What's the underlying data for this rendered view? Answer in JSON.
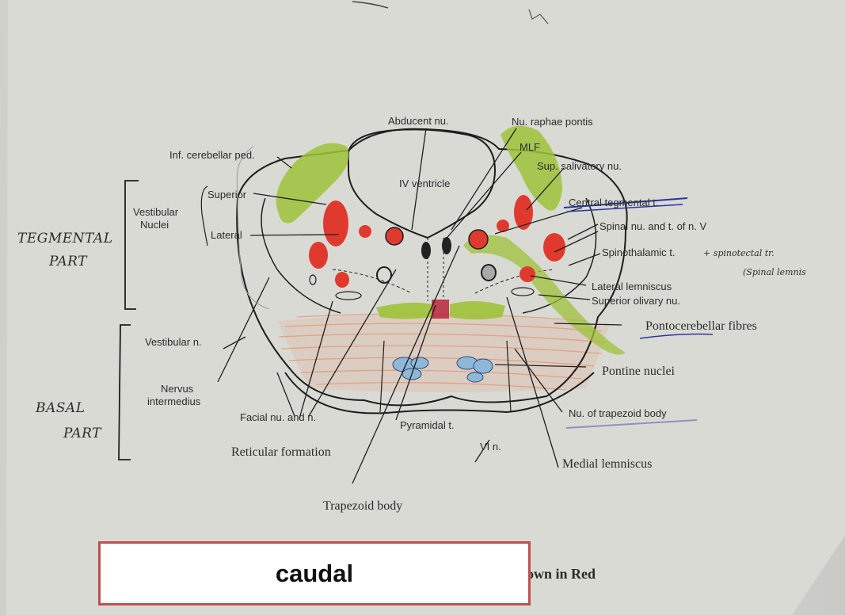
{
  "labels": {
    "abducent_nu": "Abducent nu.",
    "nu_raphae_pontis": "Nu. raphae pontis",
    "mlf": "MLF",
    "sup_salivatory_nu": "Sup. salivatory nu.",
    "central_tegmental": "Central tegmental t.",
    "spinal_nu_t_nv": "Spinal nu. and t. of n. V",
    "spinothalamic": "Spinothalamic t.",
    "lateral_lemniscus": "Lateral lemniscus",
    "superior_olivary": "Superior olivary nu.",
    "pontocerebellar": "Pontocerebellar fibres",
    "pontine_nuclei": "Pontine nuclei",
    "nu_trapezoid_body": "Nu. of trapezoid body",
    "medial_lemniscus": "Medial lemniscus",
    "vi_n": "VI n.",
    "pyramidal": "Pyramidal t.",
    "trapezoid_body": "Trapezoid body",
    "reticular_formation": "Reticular formation",
    "facial_nu": "Facial nu. and n.",
    "nervus_intermedius_1": "Nervus",
    "nervus_intermedius_2": "intermedius",
    "vestibular_n": "Vestibular n.",
    "inf_cerebellar_ped": "Inf. cerebellar ped.",
    "vestibular_nuclei_1": "Vestibular",
    "vestibular_nuclei_2": "Nuclei",
    "superior": "Superior",
    "lateral": "Lateral",
    "iv_ventricle": "IV ventricle",
    "partial_caption": "own in Red"
  },
  "handwritten": {
    "tegmental_1": "TEGMENTAL",
    "tegmental_2": "PART",
    "basal_1": "BASAL",
    "basal_2": "PART",
    "spinotectal": "+ spinotectal tr.",
    "spinal_lemnis": "(Spinal lemnis"
  },
  "answer_box": {
    "text": "caudal",
    "border_color": "#c0504d"
  },
  "colors": {
    "nuclei_red": "#e03a2e",
    "tract_green": "#9ec23a",
    "pontine_blue": "#8fb8d8",
    "fibres_orange": "#e0a080",
    "underline_blue": "#2a35a0"
  }
}
